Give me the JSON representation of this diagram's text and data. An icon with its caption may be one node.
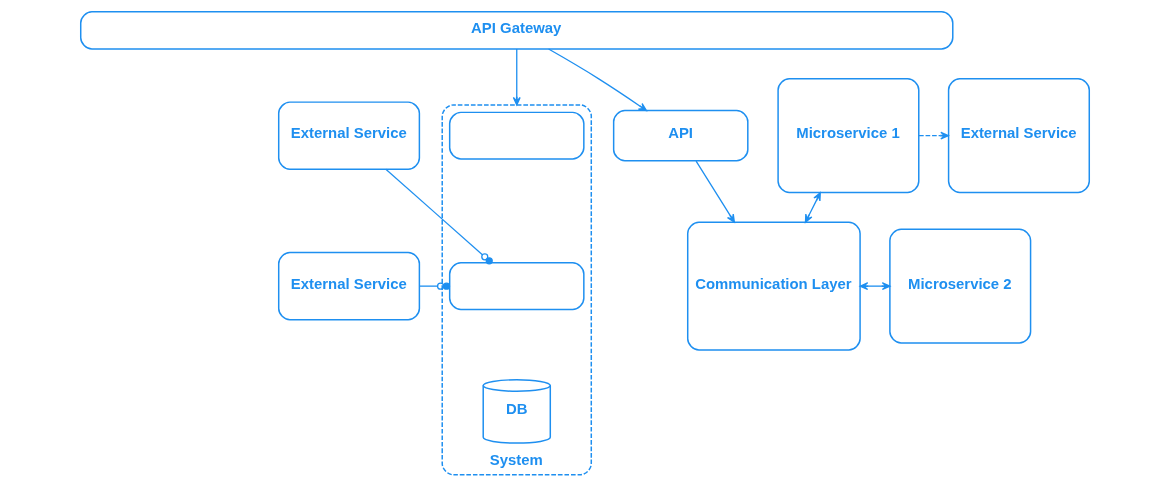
{
  "diagram": {
    "nodes": [
      {
        "text": [
          "API Gateway"
        ]
      },
      {
        "text": [
          "System"
        ]
      },
      {
        "text": [],
        "shape": "box",
        "in": 1
      },
      {
        "text": [],
        "shape": "box",
        "in": 1
      },
      {
        "text": [
          "DB"
        ],
        "in": 1
      },
      {
        "text": [
          "External Service"
        ]
      },
      {
        "text": [
          "External Service"
        ]
      },
      {
        "text": [
          "API"
        ]
      },
      {
        "text": [
          "Communication Layer"
        ]
      },
      {
        "text": [
          "Microservice 1"
        ]
      },
      {
        "text": [
          "External Service"
        ]
      },
      {
        "text": [
          "Microservice 2"
        ]
      }
    ],
    "edges": [
      {
        "from": 0,
        "to": 1,
        "arrow": "to"
      },
      {
        "from": 0,
        "to": 7,
        "arrow": "to"
      },
      {
        "from": 5,
        "to": 3,
        "arrow": "other"
      },
      {
        "from": 6,
        "to": 3,
        "arrow": "other"
      },
      {
        "from": 7,
        "to": 8,
        "arrow": "to"
      },
      {
        "from": 8,
        "to": 9,
        "arrow": "both"
      },
      {
        "from": 9,
        "to": 10,
        "arrow": "to",
        "style": "dashed"
      },
      {
        "from": 8,
        "to": 11,
        "arrow": "both"
      }
    ]
  }
}
